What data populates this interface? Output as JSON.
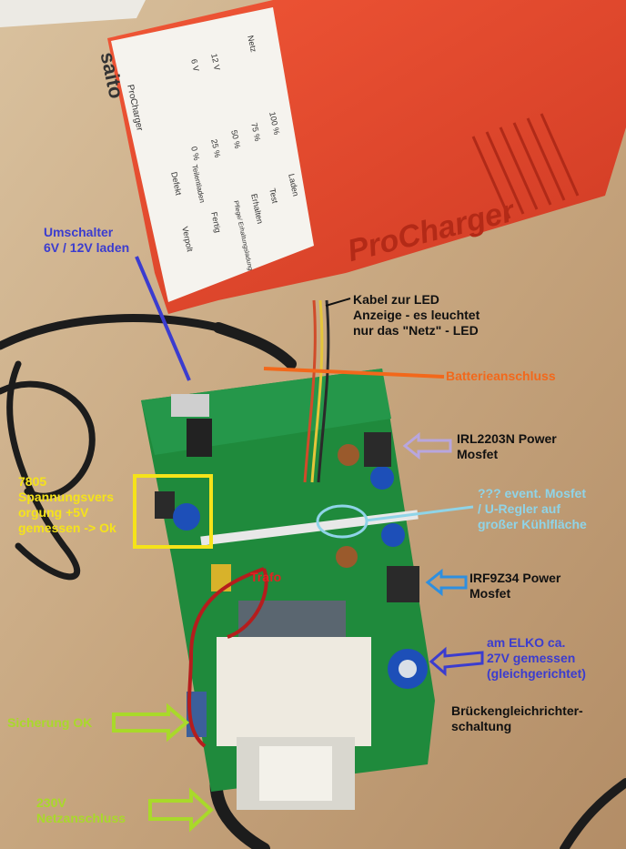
{
  "charger": {
    "brand": "saito",
    "model": "ProCharger",
    "embossed": "ProCharger",
    "panel": {
      "voltage_6": "6 V",
      "voltage_12": "12 V",
      "netz": "Netz",
      "pct_100": "100 %",
      "pct_75": "75 %",
      "pct_50": "50 %",
      "pct_25": "25 %",
      "pct_0": "0 %",
      "laden": "Laden",
      "test": "Test",
      "erhalten": "Erhalten",
      "pflege": "Pflege/ Erhaltungsladung",
      "fertig": "Fertig",
      "teilentladen": "Teilentladen",
      "defekt": "Defekt",
      "verpolt": "Verpolt"
    }
  },
  "annotations": {
    "umschalter": [
      "Umschalter",
      "6V / 12V laden"
    ],
    "kabel_led": [
      "Kabel zur LED",
      "Anzeige - es leuchtet",
      "nur das \"Netz\" - LED"
    ],
    "batterie": "Batterieanschluss",
    "irl2203n": [
      "IRL2203N Power",
      "Mosfet"
    ],
    "regler": [
      "7805",
      "Spannungsvers",
      "orgung +5V",
      "gemessen -> Ok"
    ],
    "mosfet_q": [
      "??? event. Mosfet",
      "/ U-Regler auf",
      "großer Kühlfläche"
    ],
    "trafo": "Trafo",
    "irf9z34": [
      "IRF9Z34 Power",
      "Mosfet"
    ],
    "elko": [
      "am ELKO ca.",
      "27V gemessen",
      "(gleichgerichtet)"
    ],
    "bruecke": [
      "Brückengleichrichter-",
      "schaltung"
    ],
    "sicherung": "Sicherung OK",
    "netzanschluss": [
      "230V",
      "Netzanschluss"
    ]
  },
  "colors": {
    "charger_red": "#e0452e",
    "pcb_green": "#1f8a3c",
    "table": "#c8ad8a",
    "purple_label": "#3b3ccf",
    "orange_label": "#f2681b",
    "light_blue_label": "#8fd4e8",
    "red_label": "#e32222",
    "green_label": "#a9d92a",
    "yellow_box": "#f5e31a"
  }
}
